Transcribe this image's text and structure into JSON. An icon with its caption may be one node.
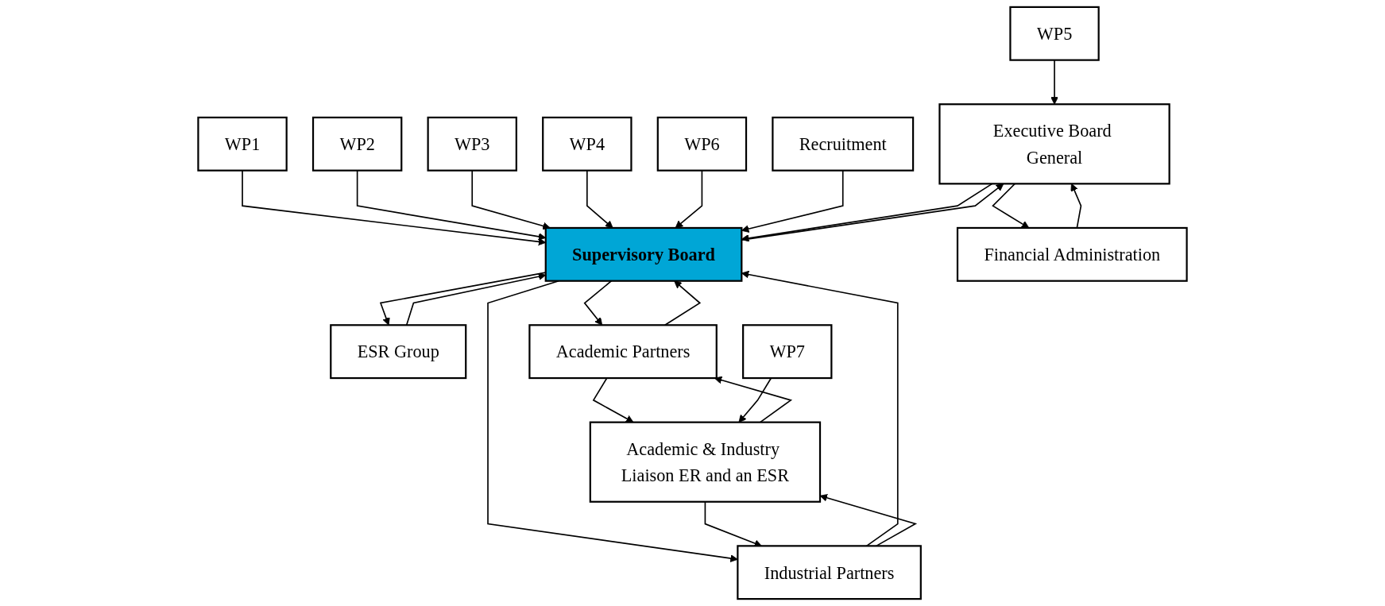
{
  "diagram": {
    "nodes": [
      {
        "text": [
          "WP5"
        ]
      },
      {
        "text": [
          "WP1"
        ]
      },
      {
        "text": [
          "WP2"
        ]
      },
      {
        "text": [
          "WP3"
        ]
      },
      {
        "text": [
          "WP4"
        ]
      },
      {
        "text": [
          "WP6"
        ]
      },
      {
        "text": [
          "Recruitment"
        ]
      },
      {
        "text": [
          "Executive Board General"
        ]
      },
      {
        "text": [
          "Supervisory Board"
        ]
      },
      {
        "text": [
          "ESR Group"
        ]
      },
      {
        "text": [
          "Financial Administration"
        ]
      },
      {
        "text": [
          "Academic Partners"
        ]
      },
      {
        "text": [
          "Industrial Partners"
        ]
      },
      {
        "text": [
          "WP7"
        ]
      },
      {
        "text": [
          "Academic & Industry Liaison ER and an ESR"
        ]
      }
    ],
    "edges": [
      {
        "from": 0,
        "to": 7,
        "arrow": "to"
      },
      {
        "from": 1,
        "to": 8,
        "arrow": "to"
      },
      {
        "from": 2,
        "to": 8,
        "arrow": "to"
      },
      {
        "from": 3,
        "to": 8,
        "arrow": "to"
      },
      {
        "from": 4,
        "to": 8,
        "arrow": "to"
      },
      {
        "from": 5,
        "to": 8,
        "arrow": "to"
      },
      {
        "from": 6,
        "to": 8,
        "arrow": "to"
      },
      {
        "from": 8,
        "to": 7,
        "arrow": "to"
      },
      {
        "from": 7,
        "to": 8,
        "arrow": "to"
      },
      {
        "from": 8,
        "to": 9,
        "arrow": "to"
      },
      {
        "from": 9,
        "to": 8,
        "arrow": "to"
      },
      {
        "from": 10,
        "to": 7,
        "arrow": "to"
      },
      {
        "from": 7,
        "to": 10,
        "arrow": "to"
      },
      {
        "from": 8,
        "to": 11,
        "arrow": "to"
      },
      {
        "from": 11,
        "to": 8,
        "arrow": "to"
      },
      {
        "from": 12,
        "to": 8,
        "arrow": "to"
      },
      {
        "from": 8,
        "to": 12,
        "arrow": "to"
      },
      {
        "from": 11,
        "to": 14,
        "arrow": "to"
      },
      {
        "from": 14,
        "to": 11,
        "arrow": "to"
      },
      {
        "from": 12,
        "to": 14,
        "arrow": "to"
      },
      {
        "from": 14,
        "to": 12,
        "arrow": "to"
      },
      {
        "from": 13,
        "to": 14,
        "arrow": "to"
      }
    ]
  }
}
